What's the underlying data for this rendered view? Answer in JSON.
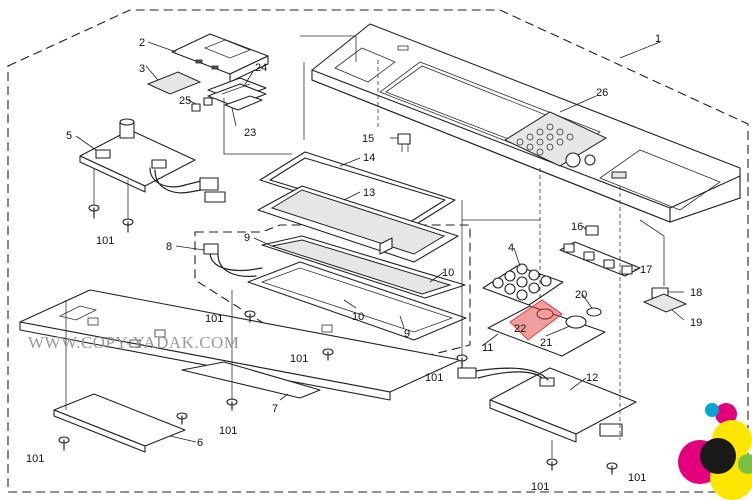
{
  "watermark": "WWW.COPY-YADAK.COM",
  "callouts": [
    {
      "id": "c1",
      "text": "1"
    },
    {
      "id": "c2",
      "text": "2"
    },
    {
      "id": "c3",
      "text": "3"
    },
    {
      "id": "c4",
      "text": "4"
    },
    {
      "id": "c5",
      "text": "5"
    },
    {
      "id": "c6",
      "text": "6"
    },
    {
      "id": "c7",
      "text": "7"
    },
    {
      "id": "c8",
      "text": "8"
    },
    {
      "id": "c9a",
      "text": "9"
    },
    {
      "id": "c9b",
      "text": "9"
    },
    {
      "id": "c10a",
      "text": "10"
    },
    {
      "id": "c10b",
      "text": "10"
    },
    {
      "id": "c11",
      "text": "11"
    },
    {
      "id": "c12",
      "text": "12"
    },
    {
      "id": "c13",
      "text": "13"
    },
    {
      "id": "c14",
      "text": "14"
    },
    {
      "id": "c15",
      "text": "15"
    },
    {
      "id": "c16",
      "text": "16"
    },
    {
      "id": "c17",
      "text": "17"
    },
    {
      "id": "c18",
      "text": "18"
    },
    {
      "id": "c19",
      "text": "19"
    },
    {
      "id": "c20",
      "text": "20"
    },
    {
      "id": "c21",
      "text": "21"
    },
    {
      "id": "c22",
      "text": "22"
    },
    {
      "id": "c23",
      "text": "23"
    },
    {
      "id": "c24",
      "text": "24"
    },
    {
      "id": "c25",
      "text": "25"
    },
    {
      "id": "c26",
      "text": "26"
    },
    {
      "id": "c101a",
      "text": "101"
    },
    {
      "id": "c101b",
      "text": "101"
    },
    {
      "id": "c101c",
      "text": "101"
    },
    {
      "id": "c101d",
      "text": "101"
    },
    {
      "id": "c101e",
      "text": "101"
    },
    {
      "id": "c101f",
      "text": "101"
    },
    {
      "id": "c101g",
      "text": "101"
    },
    {
      "id": "c101h",
      "text": "101"
    }
  ],
  "highlight_color": "#e23b3b",
  "logo_colors": [
    "#00a6d6",
    "#e4007c",
    "#ffe600",
    "#1a1a1a",
    "#7ac143"
  ]
}
